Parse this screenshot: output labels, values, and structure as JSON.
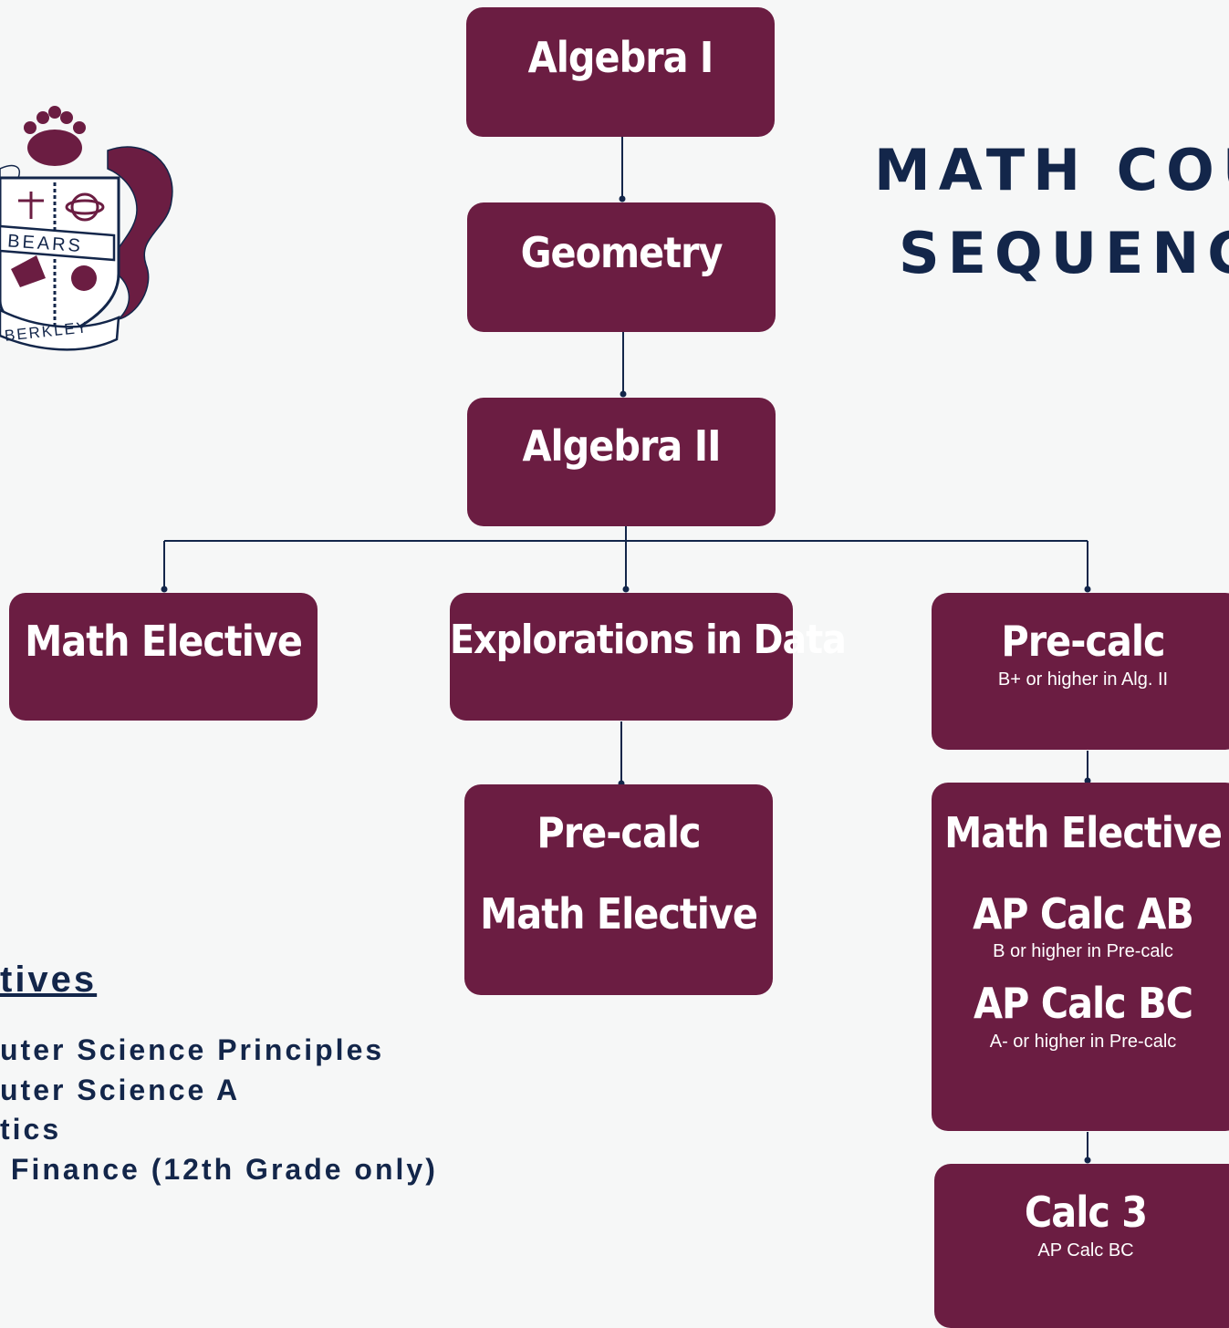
{
  "heading": {
    "line1": "MATH COU",
    "line2": "SEQUENC"
  },
  "crest": {
    "banner_text": "BEARS",
    "ribbon_text": "BERKLEY"
  },
  "nodes": {
    "algebra1": {
      "title": "Algebra I"
    },
    "geometry": {
      "title": "Geometry"
    },
    "algebra2": {
      "title": "Algebra II"
    },
    "math_elective_left": {
      "title": "Math Elective"
    },
    "explorations": {
      "title": "Explorations in Data"
    },
    "precalc_mid": {
      "title": "Pre-calc",
      "title2": "Math Elective"
    },
    "precalc_right": {
      "title": "Pre-calc",
      "subtitle": "B+ or higher in Alg. II"
    },
    "right_group": {
      "item1_title": "Math Elective",
      "item2_title": "AP Calc AB",
      "item2_sub": "B or higher in Pre-calc",
      "item3_title": "AP Calc BC",
      "item3_sub": "A- or higher in Pre-calc"
    },
    "calc3": {
      "title": "Calc 3",
      "subtitle": "AP Calc BC"
    }
  },
  "electives": {
    "heading": "tives",
    "items": [
      "uter Science Principles",
      "uter Science A",
      "tics",
      " Finance (12th Grade only)"
    ]
  },
  "colors": {
    "box": "#6b1d42",
    "navy": "#13264a",
    "background": "#f6f7f7"
  }
}
